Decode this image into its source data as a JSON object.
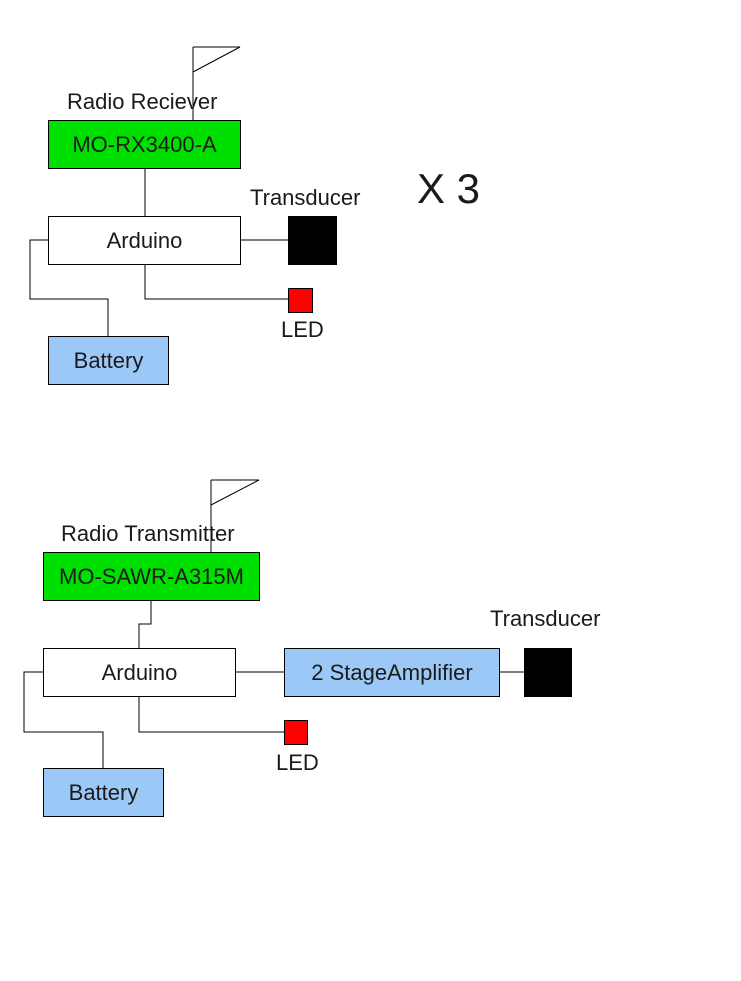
{
  "receiver": {
    "title": "Radio Reciever",
    "module": "MO-RX3400-A",
    "controller": "Arduino",
    "transducer_label": "Transducer",
    "led_label": "LED",
    "power": "Battery",
    "multiplier": "X 3"
  },
  "transmitter": {
    "title": "Radio Transmitter",
    "module": "MO-SAWR-A315M",
    "controller": "Arduino",
    "amplifier": "2 StageAmplifier",
    "transducer_label": "Transducer",
    "led_label": "LED",
    "power": "Battery"
  },
  "colors": {
    "radio_module": "#00e000",
    "power_and_amp": "#9cc8f8",
    "led": "#ff0000",
    "transducer": "#000000"
  }
}
